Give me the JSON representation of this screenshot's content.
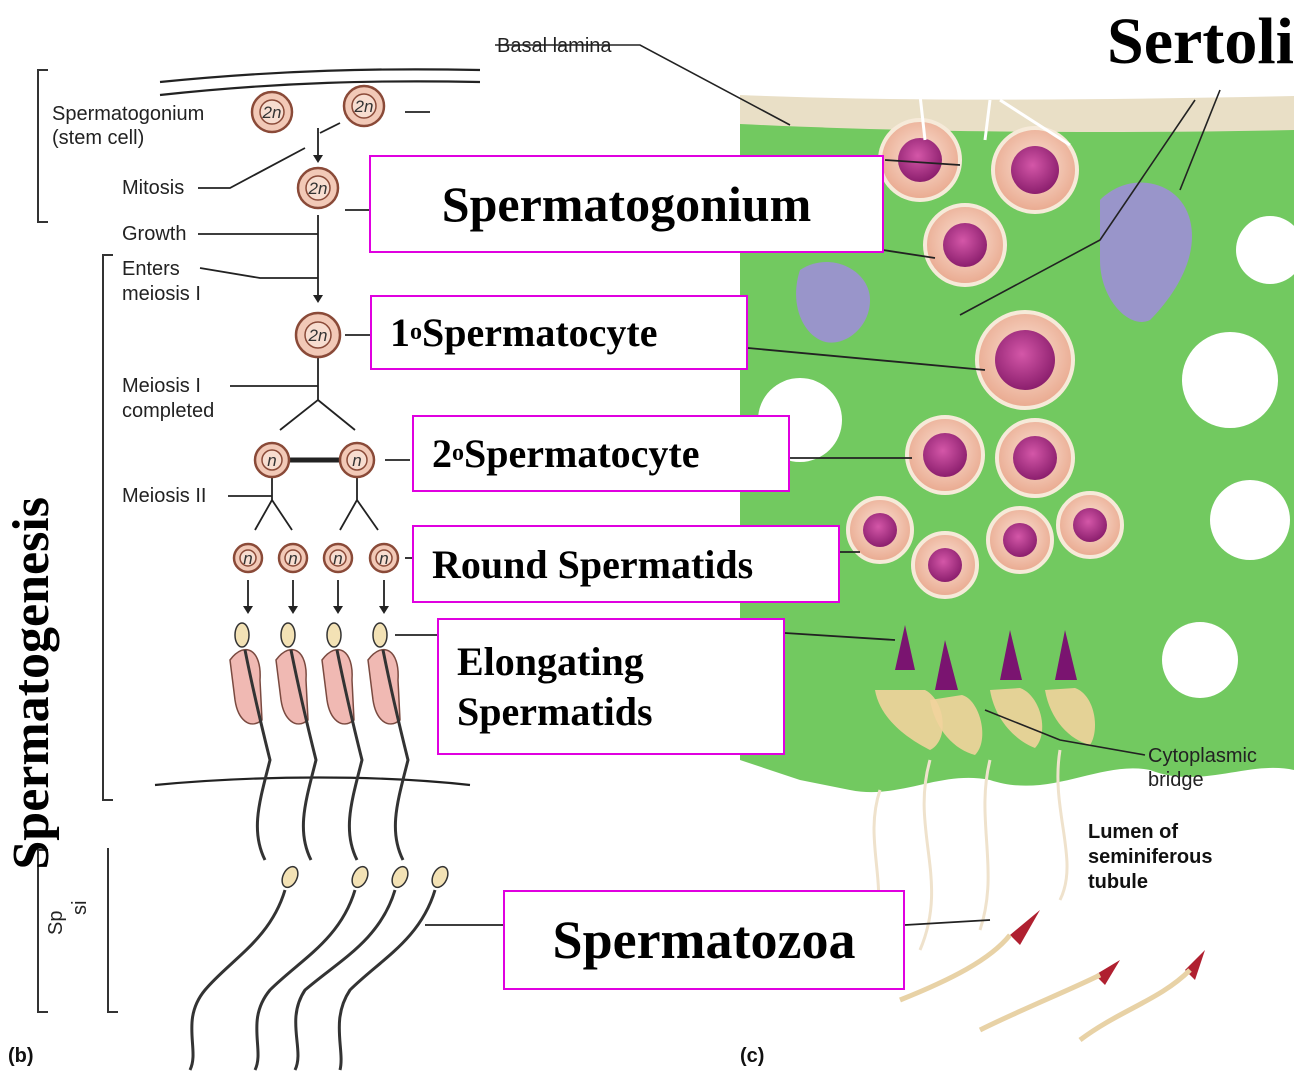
{
  "title": "Sertoli",
  "side_title": "Spermatogenesis",
  "labels": {
    "spermatogonium": "Spermatogonium",
    "primary_spermatocyte": "1",
    "primary_sup": "o",
    "primary_rest": " Spermatocyte",
    "secondary_spermatocyte": "2",
    "secondary_sup": "o",
    "secondary_rest": " Spermatocyte",
    "round_spermatids": "Round Spermatids",
    "elongating_line1": "Elongating",
    "elongating_line2": "Spermatids",
    "spermatozoa": "Spermatozoa"
  },
  "figure_b": {
    "panel": "(b)",
    "basal_lamina": "Basal lamina",
    "stem_line1": "Spermatogonium",
    "stem_line2": "(stem cell)",
    "mitosis": "Mitosis",
    "growth": "Growth",
    "enters_line1": "Enters",
    "enters_line2": "meiosis I",
    "meiosis1_line1": "Meiosis I",
    "meiosis1_line2": "completed",
    "meiosis2": "Meiosis II",
    "diploid": "2n",
    "haploid": "n",
    "cut_left_1": "Sp",
    "cut_left_2": "si"
  },
  "figure_c": {
    "panel": "(c)",
    "bridge_line1": "Cytoplasmic",
    "bridge_line2": "bridge",
    "lumen_line1": "Lumen of",
    "lumen_line2": "seminiferous",
    "lumen_line3": "tubule"
  },
  "colors": {
    "tissue": "#5fc24a",
    "box_border": "#e000e0",
    "cell_fill": "#f2c9b7",
    "nucleus": "#b42a8c",
    "sertoli_nucleus": "#9d8fd6"
  }
}
